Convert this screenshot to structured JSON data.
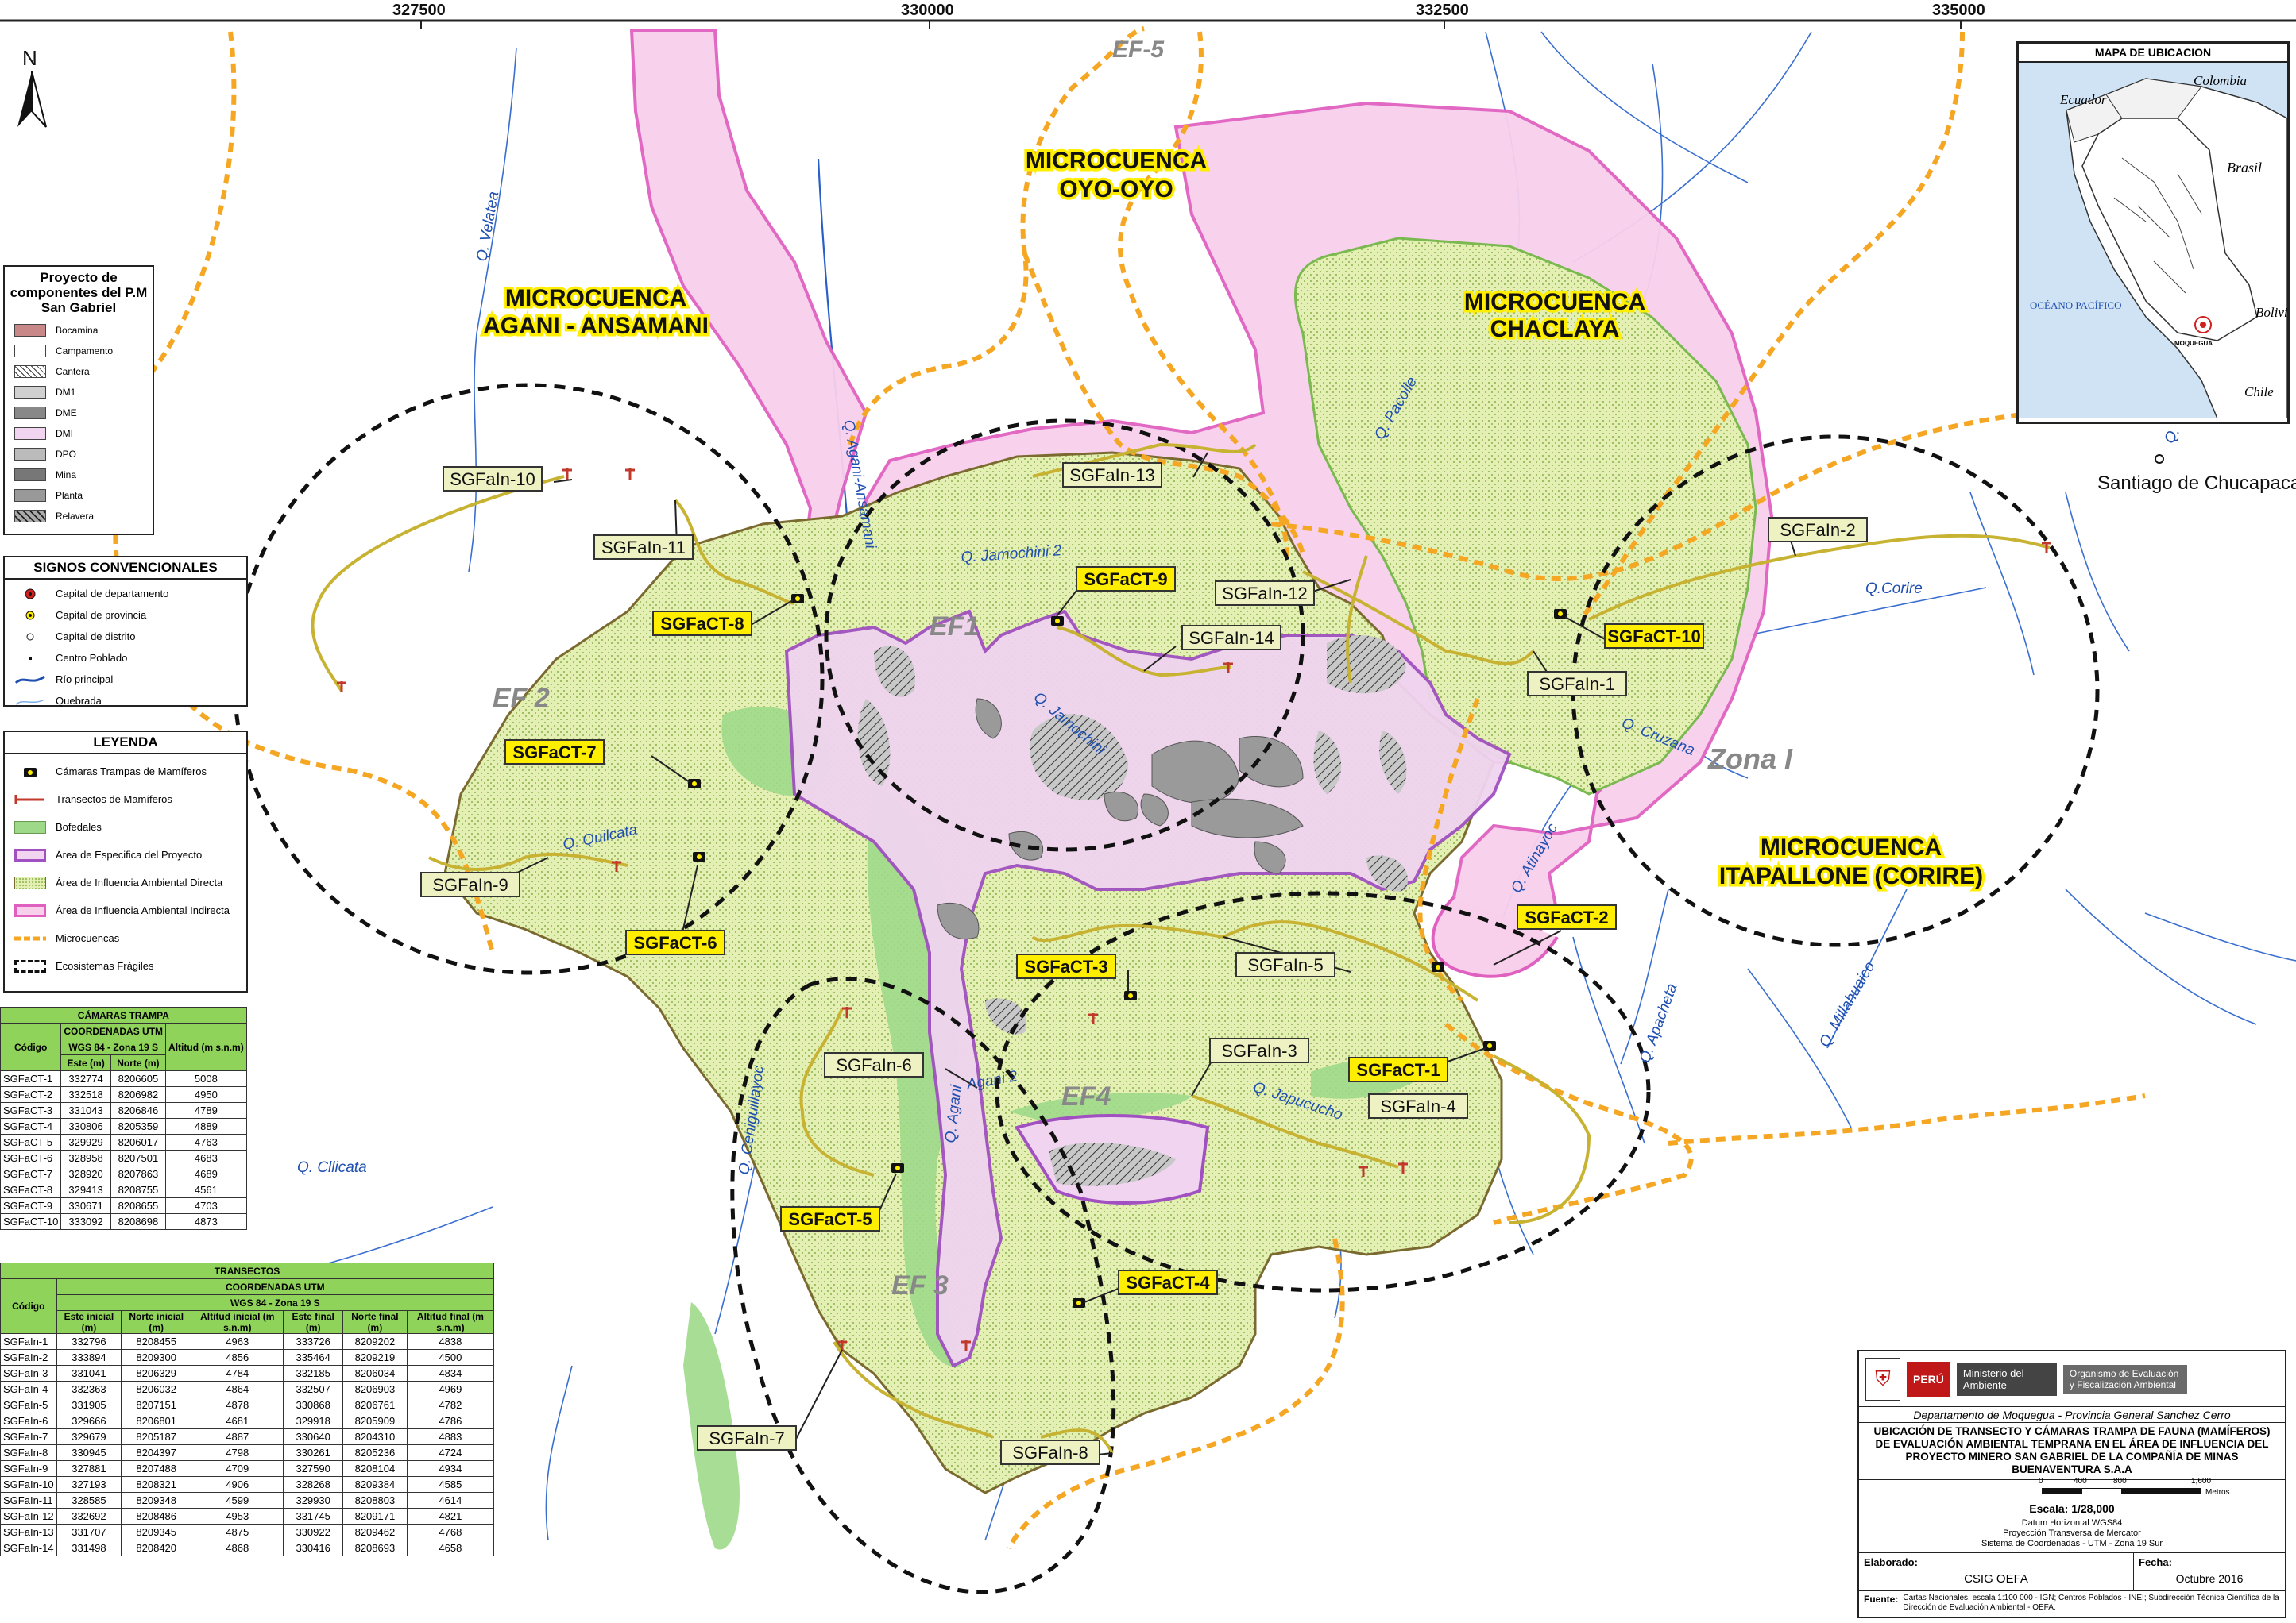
{
  "grid_labels": [
    "327500",
    "330000",
    "332500",
    "335000"
  ],
  "north_label": "N",
  "map_labels": {
    "ef5": "EF-5",
    "micro_oyo_1": "MICROCUENCA",
    "micro_oyo_2": "OYO-OYO",
    "micro_aga_1": "MICROCUENCA",
    "micro_aga_2": "AGANI - ANSAMANI",
    "micro_cha_1": "MICROCUENCA",
    "micro_cha_2": "CHACLAYA",
    "micro_ita_1": "MICROCUENCA",
    "micro_ita_2": "ITAPALLONE (CORIRE)",
    "ef1": "EF1",
    "ef2": "EF 2",
    "ef3": "EF 3",
    "ef4": "EF4",
    "zona1": "Zona I",
    "santiago": "Santiago de Chucapaca"
  },
  "rivers": {
    "velatea": "Q. Velatea",
    "agani_ansamani": "Q. Agani-Ansamani",
    "jamochini2": "Q. Jamochini 2",
    "jamochini": "Q. Jamochini",
    "pacolle": "Q. Pacolle",
    "corire": "Q.Corire",
    "cruzana": "Q. Cruzana",
    "atinayoc": "Q. Atinayoc",
    "apacheta": "Q. Apacheta",
    "millahuaico": "Q. Millahuaico",
    "quilcata": "Q. Quilcata",
    "cllicata": "Q. Cllicata",
    "ceniguillayoc": "Q. Ceniguillayoc",
    "agani": "Q. Agani",
    "agani2": "Agani 2",
    "japucucho": "Q. Japucucho",
    "q_edge": "Q."
  },
  "transect_labels": [
    "SGFaIn-1",
    "SGFaIn-2",
    "SGFaIn-3",
    "SGFaIn-4",
    "SGFaIn-5",
    "SGFaIn-6",
    "SGFaIn-7",
    "SGFaIn-8",
    "SGFaIn-9",
    "SGFaIn-10",
    "SGFaIn-11",
    "SGFaIn-12",
    "SGFaIn-13",
    "SGFaIn-14"
  ],
  "camera_labels": [
    "SGFaCT-1",
    "SGFaCT-2",
    "SGFaCT-3",
    "SGFaCT-4",
    "SGFaCT-5",
    "SGFaCT-6",
    "SGFaCT-7",
    "SGFaCT-8",
    "SGFaCT-9",
    "SGFaCT-10"
  ],
  "components_legend": {
    "title": "Proyecto de componentes del P.M San Gabriel",
    "items": [
      "Bocamina",
      "Campamento",
      "Cantera",
      "DM1",
      "DME",
      "DMI",
      "DPO",
      "Mina",
      "Planta",
      "Relavera"
    ]
  },
  "signos": {
    "title": "SIGNOS CONVENCIONALES",
    "items": [
      "Capital de departamento",
      "Capital de provincia",
      "Capital de distrito",
      "Centro Poblado",
      "Río principal",
      "Quebrada"
    ]
  },
  "leyenda": {
    "title": "LEYENDA",
    "items": [
      "Cámaras Trampas de Mamíferos",
      "Transectos de Mamíferos",
      "Bofedales",
      "Área de Especifica del Proyecto",
      "Área de Influencia Ambiental Directa",
      "Área de Influencia Ambiental Indirecta",
      "Microcuencas",
      "Ecosistemas Frágiles"
    ]
  },
  "camaras_table": {
    "title": "CÁMARAS TRAMPA",
    "h_code": "Código",
    "h_coord": "COORDENADAS UTM",
    "h_datum": "WGS 84 - Zona 19 S",
    "h_este": "Este (m)",
    "h_norte": "Norte (m)",
    "h_alt": "Altitud (m s.n.m)",
    "rows": [
      [
        "SGFaCT-1",
        "332774",
        "8206605",
        "5008"
      ],
      [
        "SGFaCT-2",
        "332518",
        "8206982",
        "4950"
      ],
      [
        "SGFaCT-3",
        "331043",
        "8206846",
        "4789"
      ],
      [
        "SGFaCT-4",
        "330806",
        "8205359",
        "4889"
      ],
      [
        "SGFaCT-5",
        "329929",
        "8206017",
        "4763"
      ],
      [
        "SGFaCT-6",
        "328958",
        "8207501",
        "4683"
      ],
      [
        "SGFaCT-7",
        "328920",
        "8207863",
        "4689"
      ],
      [
        "SGFaCT-8",
        "329413",
        "8208755",
        "4561"
      ],
      [
        "SGFaCT-9",
        "330671",
        "8208655",
        "4703"
      ],
      [
        "SGFaCT-10",
        "333092",
        "8208698",
        "4873"
      ]
    ]
  },
  "transectos_table": {
    "title": "TRANSECTOS",
    "h_code": "Código",
    "h_coord": "COORDENADAS UTM",
    "h_datum": "WGS 84 - Zona 19 S",
    "h_cols": [
      "Este inicial (m)",
      "Norte inicial (m)",
      "Altitud inicial (m s.n.m)",
      "Este final (m)",
      "Norte final (m)",
      "Altitud final (m s.n.m)"
    ],
    "rows": [
      [
        "SGFaIn-1",
        "332796",
        "8208455",
        "4963",
        "333726",
        "8209202",
        "4838"
      ],
      [
        "SGFaIn-2",
        "333894",
        "8209300",
        "4856",
        "335464",
        "8209219",
        "4500"
      ],
      [
        "SGFaIn-3",
        "331041",
        "8206329",
        "4784",
        "332185",
        "8206034",
        "4834"
      ],
      [
        "SGFaIn-4",
        "332363",
        "8206032",
        "4864",
        "332507",
        "8206903",
        "4969"
      ],
      [
        "SGFaIn-5",
        "331905",
        "8207151",
        "4878",
        "330868",
        "8206761",
        "4782"
      ],
      [
        "SGFaIn-6",
        "329666",
        "8206801",
        "4681",
        "329918",
        "8205909",
        "4786"
      ],
      [
        "SGFaIn-7",
        "329679",
        "8205187",
        "4887",
        "330640",
        "8204310",
        "4883"
      ],
      [
        "SGFaIn-8",
        "330945",
        "8204397",
        "4798",
        "330261",
        "8205236",
        "4724"
      ],
      [
        "SGFaIn-9",
        "327881",
        "8207488",
        "4709",
        "327590",
        "8208104",
        "4934"
      ],
      [
        "SGFaIn-10",
        "327193",
        "8208321",
        "4906",
        "328268",
        "8209384",
        "4585"
      ],
      [
        "SGFaIn-11",
        "328585",
        "8209348",
        "4599",
        "329930",
        "8208803",
        "4614"
      ],
      [
        "SGFaIn-12",
        "332692",
        "8208486",
        "4953",
        "331745",
        "8209171",
        "4821"
      ],
      [
        "SGFaIn-13",
        "331707",
        "8209345",
        "4875",
        "330922",
        "8209462",
        "4768"
      ],
      [
        "SGFaIn-14",
        "331498",
        "8208420",
        "4868",
        "330416",
        "8208693",
        "4658"
      ]
    ]
  },
  "location_map": {
    "title": "MAPA DE UBICACION",
    "ecuador": "Ecuador",
    "colombia": "Colombia",
    "brasil": "Brasil",
    "oceano": "OCÉANO PACÍFICO",
    "bolivia": "Bolivia",
    "chile": "Chile",
    "moquegua": "MOQUEGUA"
  },
  "title_block": {
    "peru": "PERÚ",
    "ministerio": "Ministerio del Ambiente",
    "organismo": "Organismo de Evaluación y Fiscalización Ambiental",
    "department": "Departamento de Moquegua - Provincia General Sanchez Cerro",
    "title": "UBICACIÓN DE TRANSECTO Y CÁMARAS TRAMPA DE FAUNA (MAMÍFEROS) DE EVALUACIÓN AMBIENTAL TEMPRANA EN EL ÁREA DE INFLUENCIA DEL PROYECTO MINERO SAN GABRIEL DE LA COMPAÑÍA DE MINAS BUENAVENTURA S.A.A",
    "scale_ticks": [
      "0",
      "400",
      "800",
      "1,600"
    ],
    "scale_unit": "Metros",
    "escala": "Escala: 1/28,000",
    "datum": "Datum Horizontal WGS84",
    "proyeccion": "Proyección Transversa de Mercator",
    "sistema": "Sistema de Coordenadas - UTM - Zona 19 Sur",
    "elaborado_label": "Elaborado:",
    "elaborado": "CSIG OEFA",
    "fecha_label": "Fecha:",
    "fecha": "Octubre 2016",
    "fuente_label": "Fuente:",
    "fuente": "Cartas Nacionales, escala 1:100 000 - IGN; Centros Poblados - INEI; Subdirección Técnica Científica de la Dirección de Evaluación Ambiental - OEFA."
  },
  "colors": {
    "aid_fill": "#e4efb4",
    "aii_fill": "#f8d0ec",
    "aii_stroke": "#e060c0",
    "aep_fill": "#f0d4f0",
    "aep_stroke": "#a050c0",
    "bofedal": "#9ed98a",
    "microcuenca": "#f5a623",
    "transect": "#c8b232",
    "label_yellow": "#ffee00",
    "river": "#2a5fc8",
    "table_green": "#8fd35a"
  }
}
